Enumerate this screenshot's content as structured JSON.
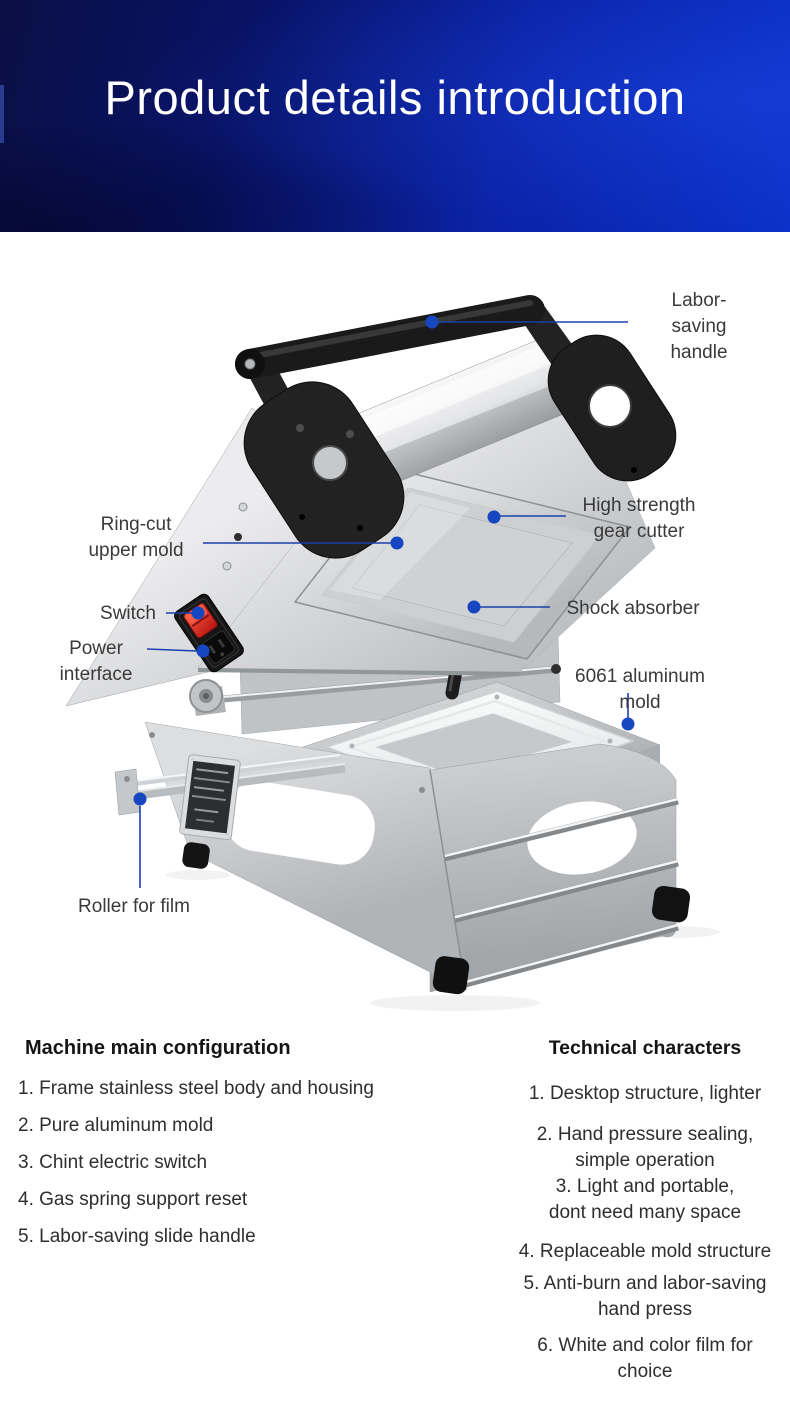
{
  "header": {
    "title": "Product details introduction"
  },
  "figure": {
    "callouts": [
      {
        "id": "labor_saving_handle",
        "label": "Labor-saving\nhandle"
      },
      {
        "id": "ring_cut_upper_mold",
        "label": "Ring-cut\nupper mold"
      },
      {
        "id": "switch",
        "label": "Switch"
      },
      {
        "id": "power_interface",
        "label": "Power\ninterface"
      },
      {
        "id": "gear_cutter",
        "label": "High strength\ngear cutter"
      },
      {
        "id": "shock_absorber",
        "label": "Shock absorber"
      },
      {
        "id": "aluminum_mold",
        "label": "6061 aluminum mold"
      },
      {
        "id": "roller_for_film",
        "label": "Roller for film"
      }
    ]
  },
  "sections": {
    "left": {
      "heading": "Machine main configuration",
      "items": [
        "1. Frame stainless steel body and housing",
        "2. Pure aluminum mold",
        "3. Chint electric switch",
        "4. Gas spring support reset",
        "5. Labor-saving slide handle"
      ]
    },
    "right": {
      "heading": "Technical characters",
      "items": [
        "1. Desktop structure, lighter",
        "2. Hand pressure sealing,\nsimple operation",
        "3. Light and portable,\ndont need many space",
        "4. Replaceable mold structure",
        "5. Anti-burn and labor-saving\nhand press",
        "6. White and color film for\nchoice"
      ]
    }
  },
  "colors": {
    "callout_dot": "#1747c0",
    "callout_line": "#1b40ae",
    "banner_text": "#ffffff"
  }
}
